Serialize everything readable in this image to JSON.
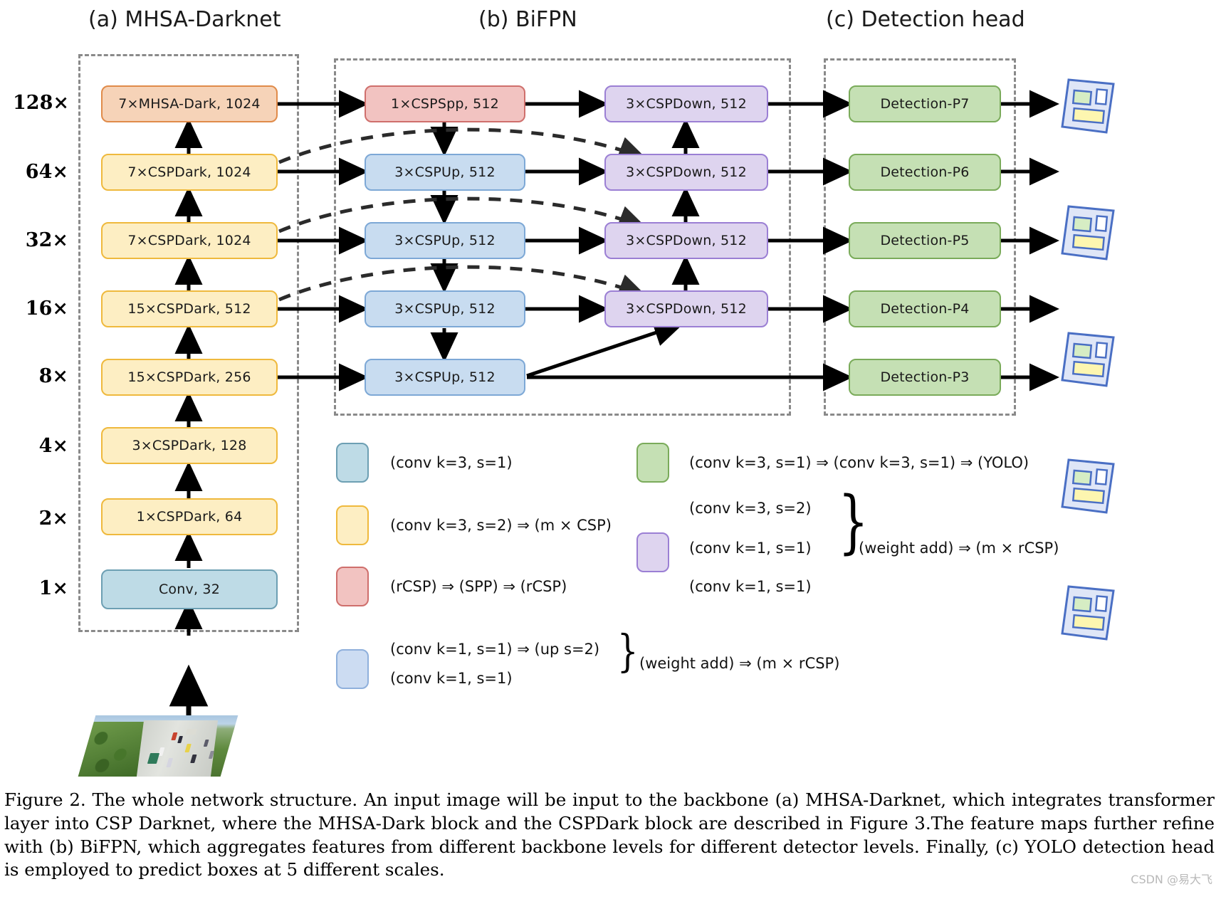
{
  "sections": [
    {
      "id": "a",
      "title": "(a) MHSA-Darknet"
    },
    {
      "id": "b",
      "title": "(b) BiFPN"
    },
    {
      "id": "c",
      "title": "(c) Detection head"
    }
  ],
  "scale_labels": [
    "128×",
    "64×",
    "32×",
    "16×",
    "8×",
    "4×",
    "2×",
    "1×"
  ],
  "backbone": {
    "name": "MHSA-Darknet",
    "blocks": [
      {
        "label": "7×MHSA-Dark, 1024",
        "kind": "mhsa",
        "scale": "128×"
      },
      {
        "label": "7×CSPDark, 1024",
        "kind": "csp",
        "scale": "64×"
      },
      {
        "label": "7×CSPDark, 1024",
        "kind": "csp",
        "scale": "32×"
      },
      {
        "label": "15×CSPDark, 512",
        "kind": "csp",
        "scale": "16×"
      },
      {
        "label": "15×CSPDark, 256",
        "kind": "csp",
        "scale": "8×"
      },
      {
        "label": "3×CSPDark, 128",
        "kind": "csp",
        "scale": "4×"
      },
      {
        "label": "1×CSPDark, 64",
        "kind": "csp",
        "scale": "2×"
      },
      {
        "label": "Conv, 32",
        "kind": "conv",
        "scale": "1×"
      }
    ]
  },
  "bifpn": {
    "name": "BiFPN",
    "up_column": [
      {
        "label": "1×CSPSpp, 512",
        "kind": "spp"
      },
      {
        "label": "3×CSPUp, 512",
        "kind": "up"
      },
      {
        "label": "3×CSPUp, 512",
        "kind": "up"
      },
      {
        "label": "3×CSPUp, 512",
        "kind": "up"
      },
      {
        "label": "3×CSPUp, 512",
        "kind": "up"
      }
    ],
    "down_column": [
      {
        "label": "3×CSPDown, 512",
        "kind": "down"
      },
      {
        "label": "3×CSPDown, 512",
        "kind": "down"
      },
      {
        "label": "3×CSPDown, 512",
        "kind": "down"
      },
      {
        "label": "3×CSPDown, 512",
        "kind": "down"
      }
    ]
  },
  "detection_head": {
    "name": "Detection head",
    "blocks": [
      {
        "label": "Detection-P7"
      },
      {
        "label": "Detection-P6"
      },
      {
        "label": "Detection-P5"
      },
      {
        "label": "Detection-P4"
      },
      {
        "label": "Detection-P3"
      }
    ]
  },
  "legend": {
    "left": [
      {
        "swatch": "blue",
        "lines": [
          "(conv k=3, s=1)"
        ]
      },
      {
        "swatch": "yellow",
        "lines": [
          "(conv k=3, s=2) ⇒ (m × CSP)"
        ]
      },
      {
        "swatch": "red",
        "lines": [
          "(rCSP) ⇒ (SPP) ⇒ (rCSP)"
        ]
      },
      {
        "swatch": "lblue",
        "lines": [
          "(conv k=1, s=1) ⇒  (up s=2)",
          "(conv k=1, s=1)"
        ],
        "brace_text": "(weight add) ⇒  (m × rCSP)"
      }
    ],
    "right": [
      {
        "swatch": "green",
        "lines": [
          "(conv k=3, s=1) ⇒ (conv k=3, s=1) ⇒ (YOLO)"
        ]
      },
      {
        "swatch": "purple",
        "lines": [
          "(conv k=3, s=2)",
          "(conv k=1, s=1)",
          "(conv k=1, s=1)"
        ],
        "brace_text": "(weight add) ⇒ (m × rCSP)"
      }
    ]
  },
  "caption": {
    "text": "Figure 2. The whole network structure.  An input image will be input to the backbone (a) MHSA-Darknet, which integrates transformer layer into CSP Darknet, where the MHSA-Dark block and the CSPDark block are described in Figure 3.The feature maps further refine with (b) BiFPN, which aggregates features from different backbone levels for different detector levels.  Finally, (c) YOLO detection head is employed to predict boxes at 5 different scales."
  },
  "watermark": {
    "text": "CSDN @易大飞"
  },
  "colors": {
    "mhsa_fill": "#f6d3b8",
    "mhsa_stroke": "#e08b4a",
    "csp_fill": "#fdeec3",
    "csp_stroke": "#efb93d",
    "conv_fill": "#bedbe6",
    "conv_stroke": "#6d9fb3",
    "spp_fill": "#f2c3c1",
    "spp_stroke": "#cf6f6c",
    "up_fill": "#c8dcf0",
    "up_stroke": "#7da8d6",
    "down_fill": "#ded4ef",
    "down_stroke": "#9b7fd4",
    "det_fill": "#c5e0b4",
    "det_stroke": "#7aab5a",
    "frame": "#8a8a8a",
    "arrow": "#000000"
  }
}
